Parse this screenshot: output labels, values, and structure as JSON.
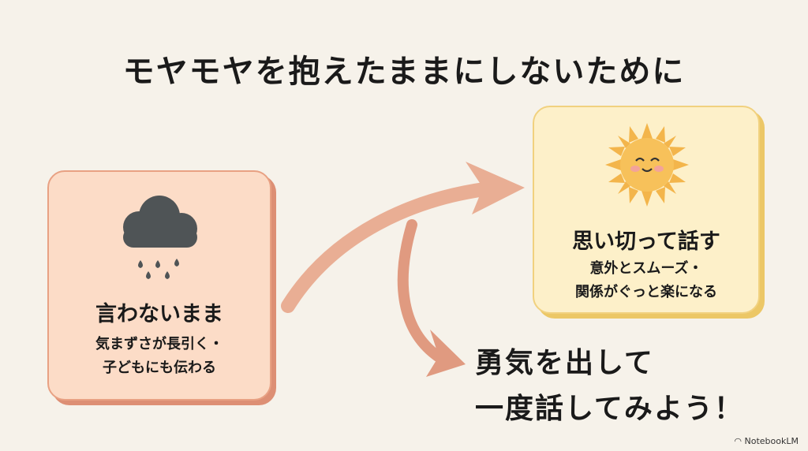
{
  "title": "モヤモヤを抱えたままにしないために",
  "left_card": {
    "icon": "rain-cloud-icon",
    "title": "言わないまま",
    "lines": [
      "気まずさが長引く・",
      "子どもにも伝わる"
    ]
  },
  "right_card": {
    "icon": "smiling-sun-icon",
    "title": "思い切って話す",
    "lines": [
      "意外とスムーズ・",
      "関係がぐっと楽になる"
    ]
  },
  "call_to_action": [
    "勇気を出して",
    "一度話してみよう！"
  ],
  "brand": "NotebookLM",
  "colors": {
    "background": "#f6f2ea",
    "left_card": "#fcdcc7",
    "right_card": "#fdf0c9",
    "arrow": "#e6a58b"
  }
}
